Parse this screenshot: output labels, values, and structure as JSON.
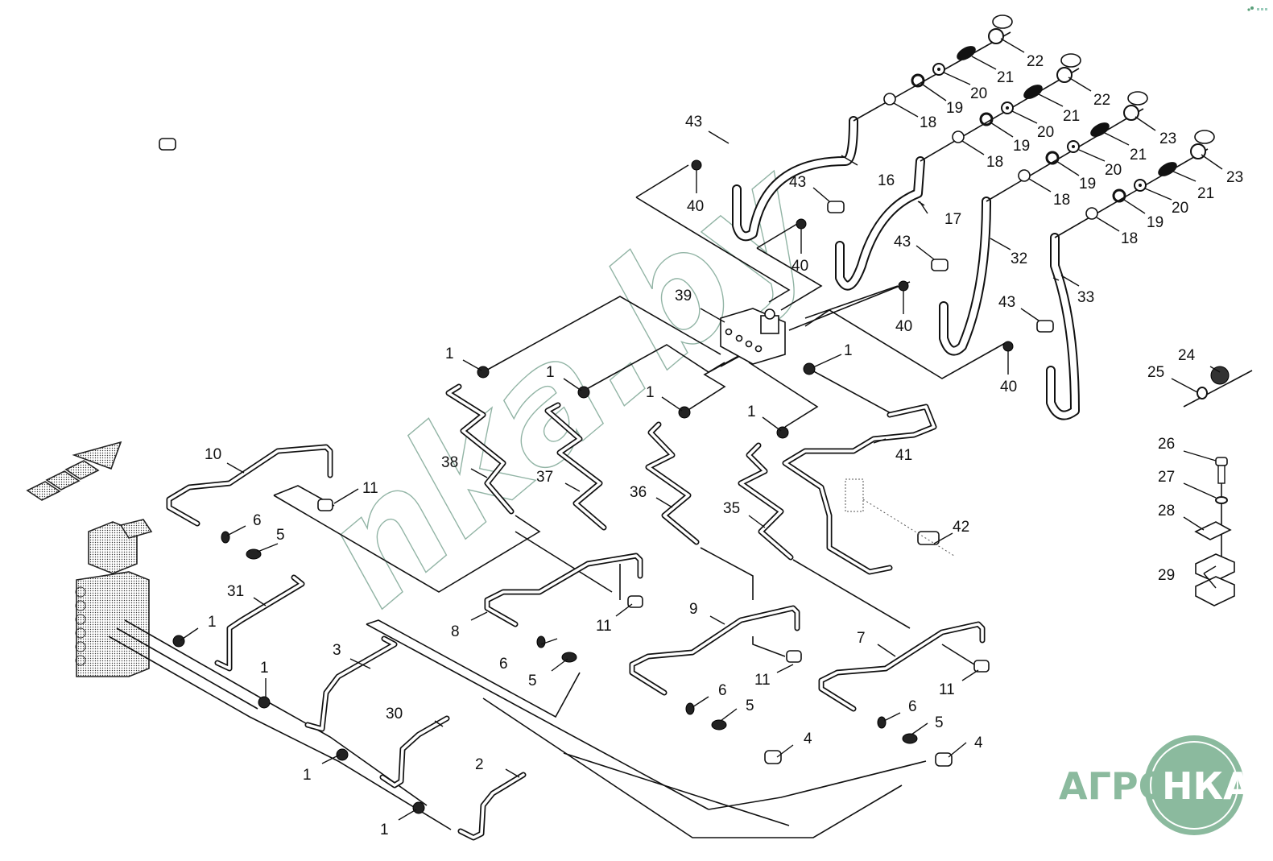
{
  "diagram": {
    "title": "Hydraulic pipe connection exploded view",
    "watermark": "nka.by",
    "direction_arrow": "forward-direction-arrow",
    "callouts": [
      {
        "id": "c1a",
        "label": "1"
      },
      {
        "id": "c1b",
        "label": "1"
      },
      {
        "id": "c1c",
        "label": "1"
      },
      {
        "id": "c1d",
        "label": "1"
      },
      {
        "id": "c1e",
        "label": "1"
      },
      {
        "id": "c1f",
        "label": "1"
      },
      {
        "id": "c1g",
        "label": "1"
      },
      {
        "id": "c1h",
        "label": "1"
      },
      {
        "id": "c1i",
        "label": "1"
      },
      {
        "id": "c2",
        "label": "2"
      },
      {
        "id": "c3",
        "label": "3"
      },
      {
        "id": "c4a",
        "label": "4"
      },
      {
        "id": "c4b",
        "label": "4"
      },
      {
        "id": "c5a",
        "label": "5"
      },
      {
        "id": "c5b",
        "label": "5"
      },
      {
        "id": "c5c",
        "label": "5"
      },
      {
        "id": "c5d",
        "label": "5"
      },
      {
        "id": "c6a",
        "label": "6"
      },
      {
        "id": "c6b",
        "label": "6"
      },
      {
        "id": "c6c",
        "label": "6"
      },
      {
        "id": "c6d",
        "label": "6"
      },
      {
        "id": "c7",
        "label": "7"
      },
      {
        "id": "c8",
        "label": "8"
      },
      {
        "id": "c9",
        "label": "9"
      },
      {
        "id": "c10",
        "label": "10"
      },
      {
        "id": "c11a",
        "label": "11"
      },
      {
        "id": "c11b",
        "label": "11"
      },
      {
        "id": "c11c",
        "label": "11"
      },
      {
        "id": "c11d",
        "label": "11"
      },
      {
        "id": "c16",
        "label": "16"
      },
      {
        "id": "c17",
        "label": "17"
      },
      {
        "id": "c18a",
        "label": "18"
      },
      {
        "id": "c18b",
        "label": "18"
      },
      {
        "id": "c18c",
        "label": "18"
      },
      {
        "id": "c18d",
        "label": "18"
      },
      {
        "id": "c19a",
        "label": "19"
      },
      {
        "id": "c19b",
        "label": "19"
      },
      {
        "id": "c19c",
        "label": "19"
      },
      {
        "id": "c19d",
        "label": "19"
      },
      {
        "id": "c20a",
        "label": "20"
      },
      {
        "id": "c20b",
        "label": "20"
      },
      {
        "id": "c20c",
        "label": "20"
      },
      {
        "id": "c20d",
        "label": "20"
      },
      {
        "id": "c21a",
        "label": "21"
      },
      {
        "id": "c21b",
        "label": "21"
      },
      {
        "id": "c21c",
        "label": "21"
      },
      {
        "id": "c21d",
        "label": "21"
      },
      {
        "id": "c22a",
        "label": "22"
      },
      {
        "id": "c22b",
        "label": "22"
      },
      {
        "id": "c23a",
        "label": "23"
      },
      {
        "id": "c23b",
        "label": "23"
      },
      {
        "id": "c24",
        "label": "24"
      },
      {
        "id": "c25",
        "label": "25"
      },
      {
        "id": "c26",
        "label": "26"
      },
      {
        "id": "c27",
        "label": "27"
      },
      {
        "id": "c28",
        "label": "28"
      },
      {
        "id": "c29",
        "label": "29"
      },
      {
        "id": "c30",
        "label": "30"
      },
      {
        "id": "c31",
        "label": "31"
      },
      {
        "id": "c32",
        "label": "32"
      },
      {
        "id": "c33",
        "label": "33"
      },
      {
        "id": "c35",
        "label": "35"
      },
      {
        "id": "c36",
        "label": "36"
      },
      {
        "id": "c37",
        "label": "37"
      },
      {
        "id": "c38",
        "label": "38"
      },
      {
        "id": "c39",
        "label": "39"
      },
      {
        "id": "c40a",
        "label": "40"
      },
      {
        "id": "c40b",
        "label": "40"
      },
      {
        "id": "c40c",
        "label": "40"
      },
      {
        "id": "c40d",
        "label": "40"
      },
      {
        "id": "c41",
        "label": "41"
      },
      {
        "id": "c42",
        "label": "42"
      },
      {
        "id": "c43a",
        "label": "43"
      },
      {
        "id": "c43b",
        "label": "43"
      },
      {
        "id": "c43c",
        "label": "43"
      },
      {
        "id": "c43d",
        "label": "43"
      }
    ]
  },
  "logo": {
    "left_text": "АГРО",
    "right_text": "НКА",
    "color": "#8bba9e"
  },
  "colors": {
    "line": "#111111",
    "watermark": "#7fa896",
    "background": "#ffffff"
  }
}
